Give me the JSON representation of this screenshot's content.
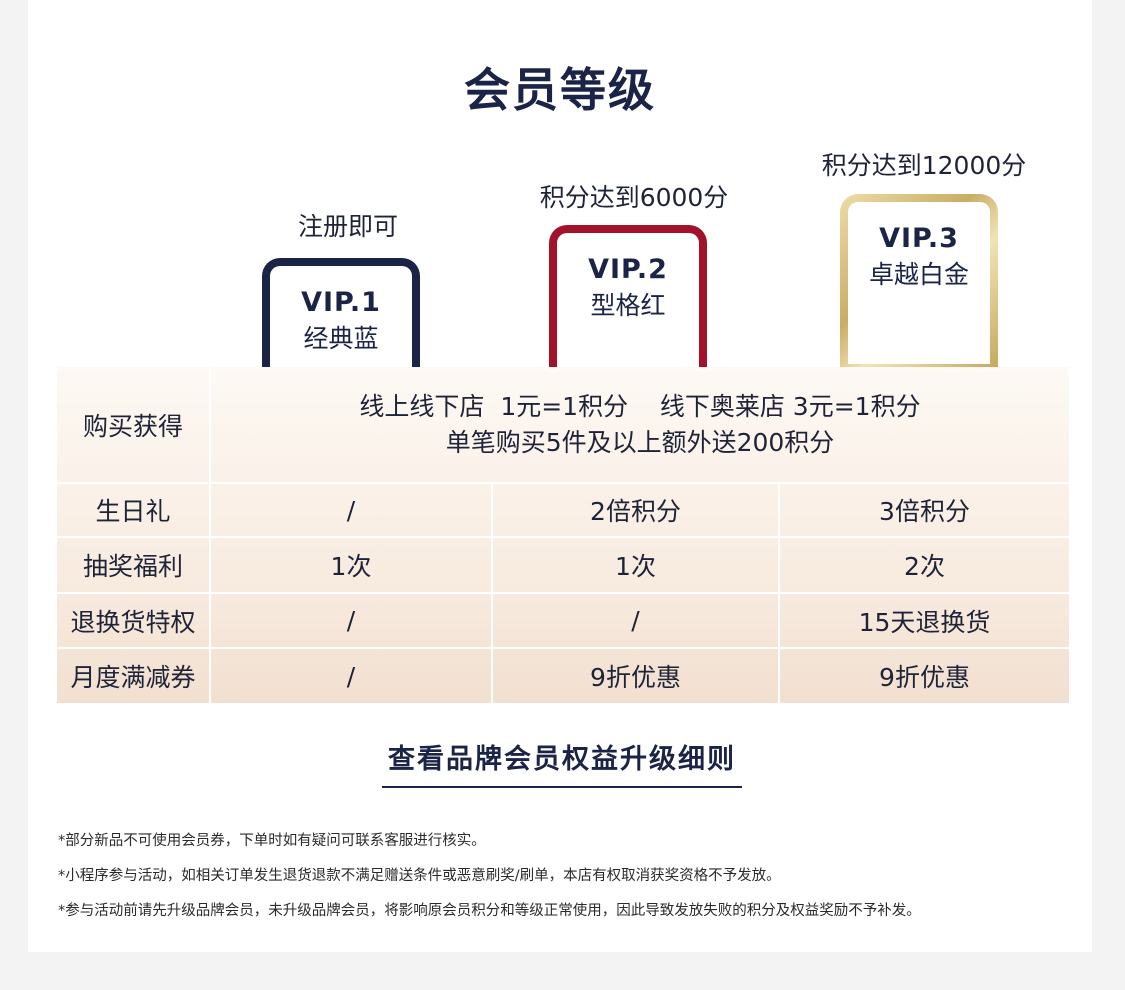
{
  "title": "会员等级",
  "tiers": [
    {
      "requirement": "注册即可",
      "level": "VIP.1",
      "name": "经典蓝",
      "color": "#1b2447"
    },
    {
      "requirement": "积分达到6000分",
      "level": "VIP.2",
      "name": "型格红",
      "color": "#a3122b"
    },
    {
      "requirement": "积分达到12000分",
      "level": "VIP.3",
      "name": "卓越白金",
      "color": "#d4bb7a"
    }
  ],
  "benefits": {
    "purchase": {
      "label": "购买获得",
      "line1": "线上线下店  1元=1积分    线下奥莱店 3元=1积分",
      "line2": "单笔购买5件及以上额外送200积分"
    },
    "rows": [
      {
        "label": "生日礼",
        "v1": "/",
        "v2": "2倍积分",
        "v3": "3倍积分"
      },
      {
        "label": "抽奖福利",
        "v1": "1次",
        "v2": "1次",
        "v3": "2次"
      },
      {
        "label": "退换货特权",
        "v1": "/",
        "v2": "/",
        "v3": "15天退换货"
      },
      {
        "label": "月度满减券",
        "v1": "/",
        "v2": "9折优惠",
        "v3": "9折优惠"
      }
    ]
  },
  "link": "查看品牌会员权益升级细则",
  "notes": [
    "*部分新品不可使用会员券，下单时如有疑问可联系客服进行核实。",
    "*小程序参与活动，如相关订单发生退货退款不满足赠送条件或恶意刷奖/刷单，本店有权取消获奖资格不予发放。",
    "*参与活动前请先升级品牌会员，未升级品牌会员，将影响原会员积分和等级正常使用，因此导致发放失败的积分及权益奖励不予补发。"
  ]
}
